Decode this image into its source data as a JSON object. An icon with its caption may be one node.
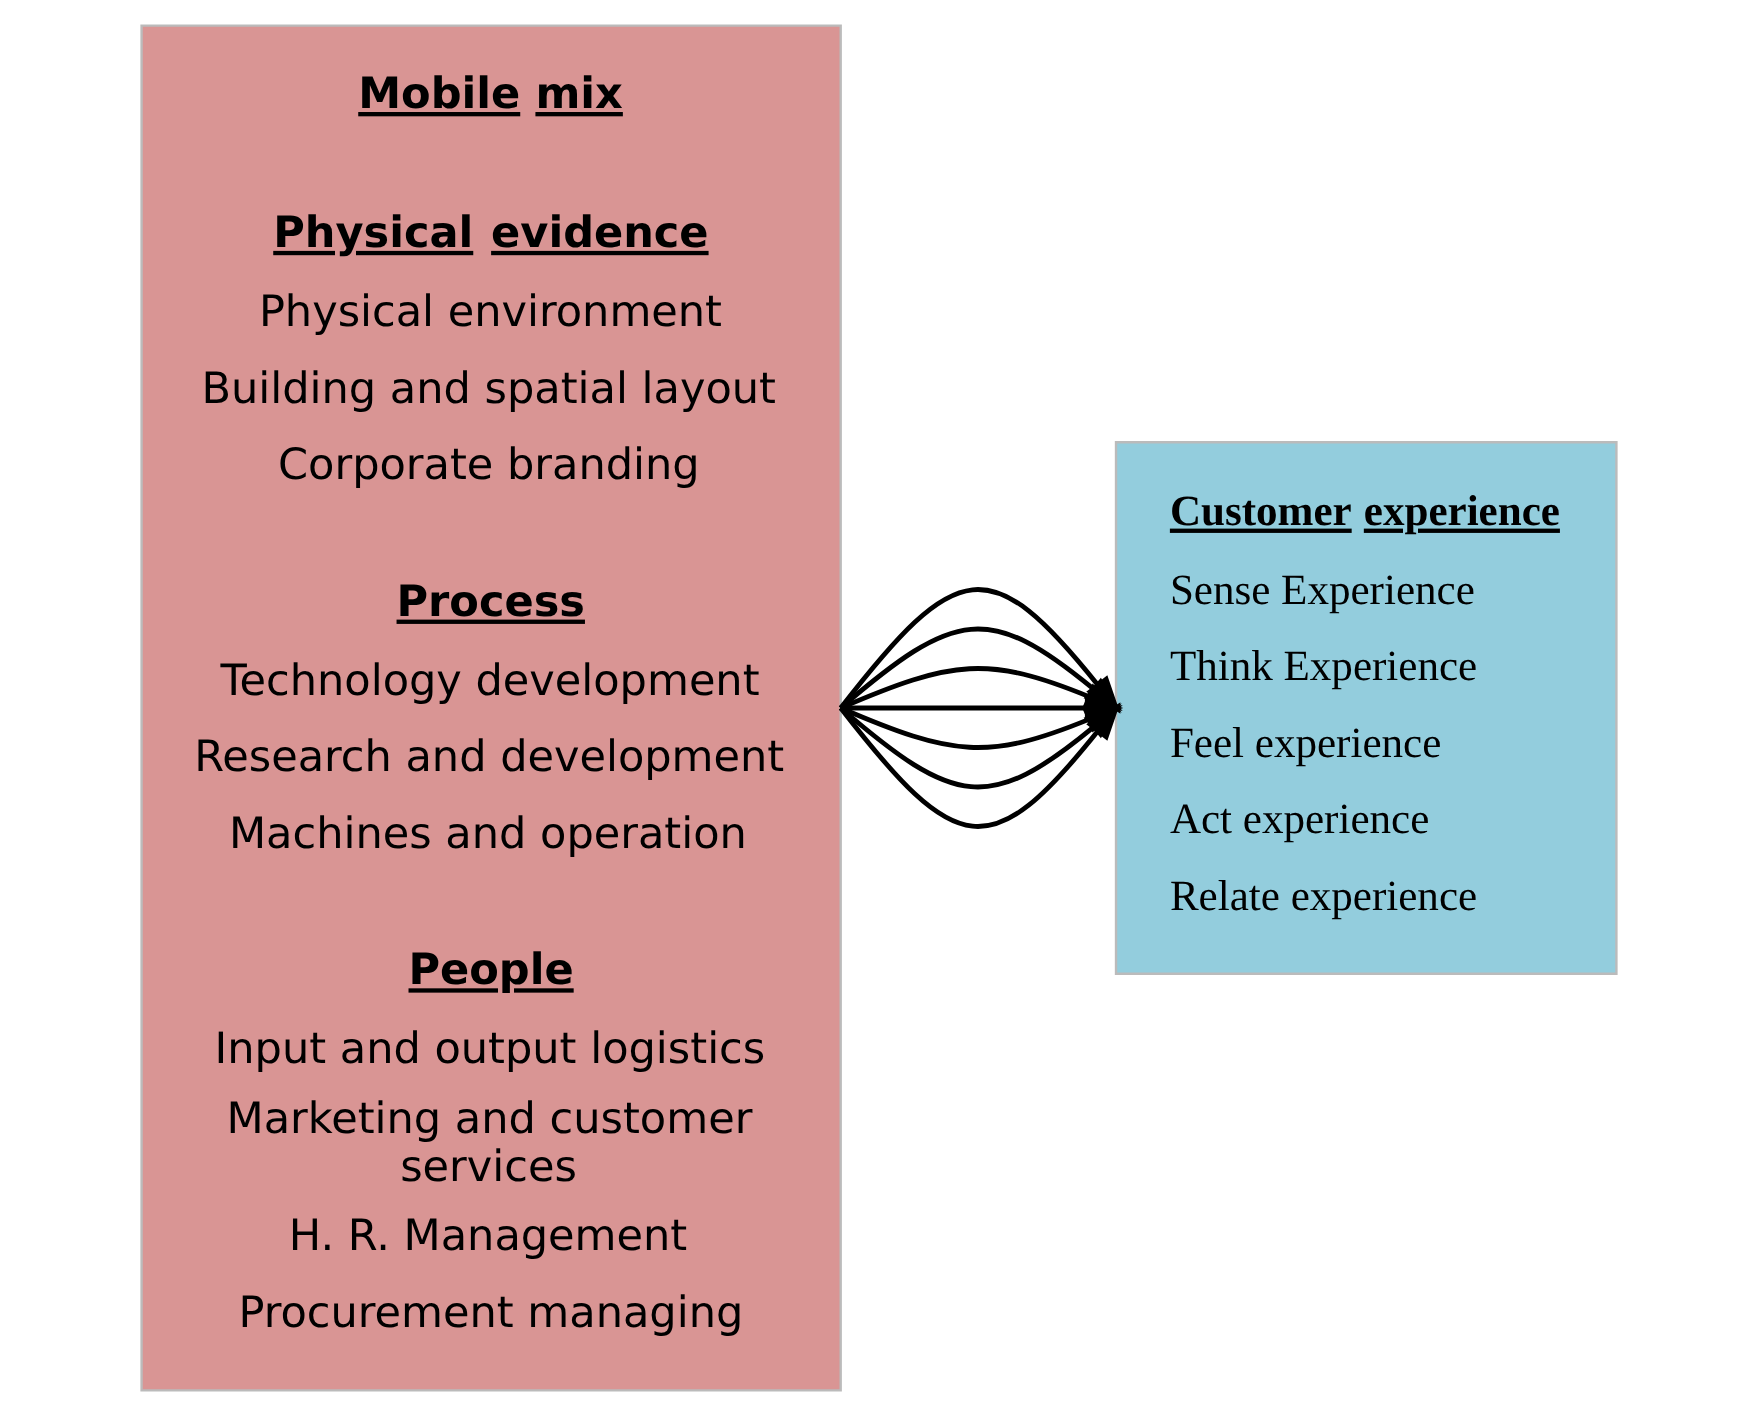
{
  "diagram": {
    "nodes": [
      {
        "text": [
          "Mobile mix",
          "Physical evidence",
          "Physical environment",
          "Building and spatial layout",
          "Corporate branding",
          "Process",
          "Technology development",
          "Research and development",
          "Machines and operation",
          "People",
          "Input and output logistics",
          "Marketing and customer services",
          "H. R. Management",
          "Procurement managing"
        ]
      },
      {
        "text": [
          "Customer experience",
          "Sense Experience",
          "Think Experience",
          "Feel experience",
          "Act experience",
          "Relate experience"
        ]
      }
    ],
    "edges": [
      {
        "from": 0,
        "to": 1,
        "arrow": "to"
      },
      {
        "from": 0,
        "to": 1,
        "arrow": "to"
      },
      {
        "from": 0,
        "to": 1,
        "arrow": "to"
      },
      {
        "from": 0,
        "to": 1,
        "arrow": "to"
      },
      {
        "from": 0,
        "to": 1,
        "arrow": "to"
      },
      {
        "from": 0,
        "to": 1,
        "arrow": "to"
      },
      {
        "from": 0,
        "to": 1,
        "arrow": "to"
      }
    ]
  }
}
